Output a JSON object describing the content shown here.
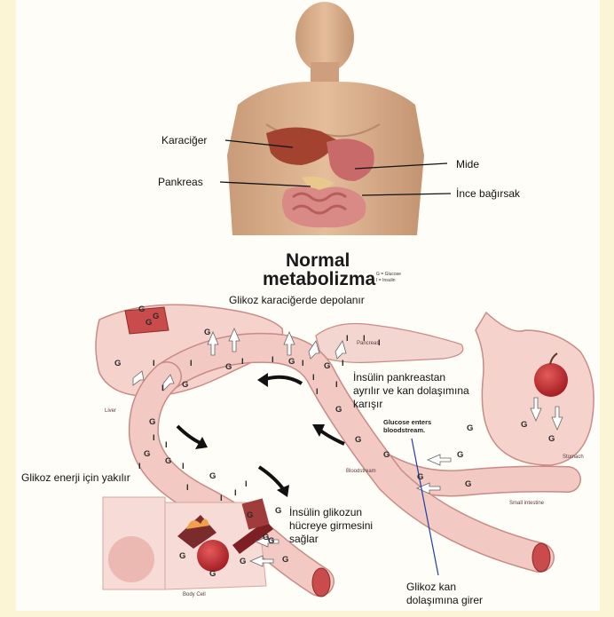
{
  "title": {
    "line1": "Normal",
    "line2": "metabolizma"
  },
  "key": {
    "g_glucose": "G = Glucose",
    "i_insulin": "I = Insulin"
  },
  "body_labels": {
    "liver": "Karaciğer",
    "stomach": "Mide",
    "pancreas": "Pankreas",
    "small_intestine": "İnce bağırsak"
  },
  "process_labels": {
    "glucose_stored": "Glikoz karaciğerde depolanır",
    "insulin_secreted": [
      "İnsülin pankreastan",
      "ayrılır ve kan dolaşımına",
      "karışır"
    ],
    "glucose_burned": "Glikoz enerji için yakılır",
    "insulin_helps": [
      "İnsülin glikozun",
      "hücreye girmesini",
      "sağlar"
    ],
    "glucose_enters_tr": [
      "Glikoz kan",
      "dolaşımına girer"
    ]
  },
  "diagram_labels": {
    "liver_en": "Liver",
    "pancreas_en": "Pancreas",
    "bloodstream_en": "Bloodstream",
    "stomach_en": "Stomach",
    "small_intestine_en": "Small intestine",
    "body_cell_en": "Body Cell",
    "glucose_enters_en": [
      "Glucose enters",
      "bloodstream."
    ]
  },
  "molecule_symbols": {
    "glucose": "G",
    "insulin": "I"
  },
  "colors": {
    "vessel": "#f3c9c4",
    "vessel_edge": "#c98b85",
    "organ": "#f6d2cc",
    "skin": "#dcb38f",
    "apple": "#c3262a"
  }
}
